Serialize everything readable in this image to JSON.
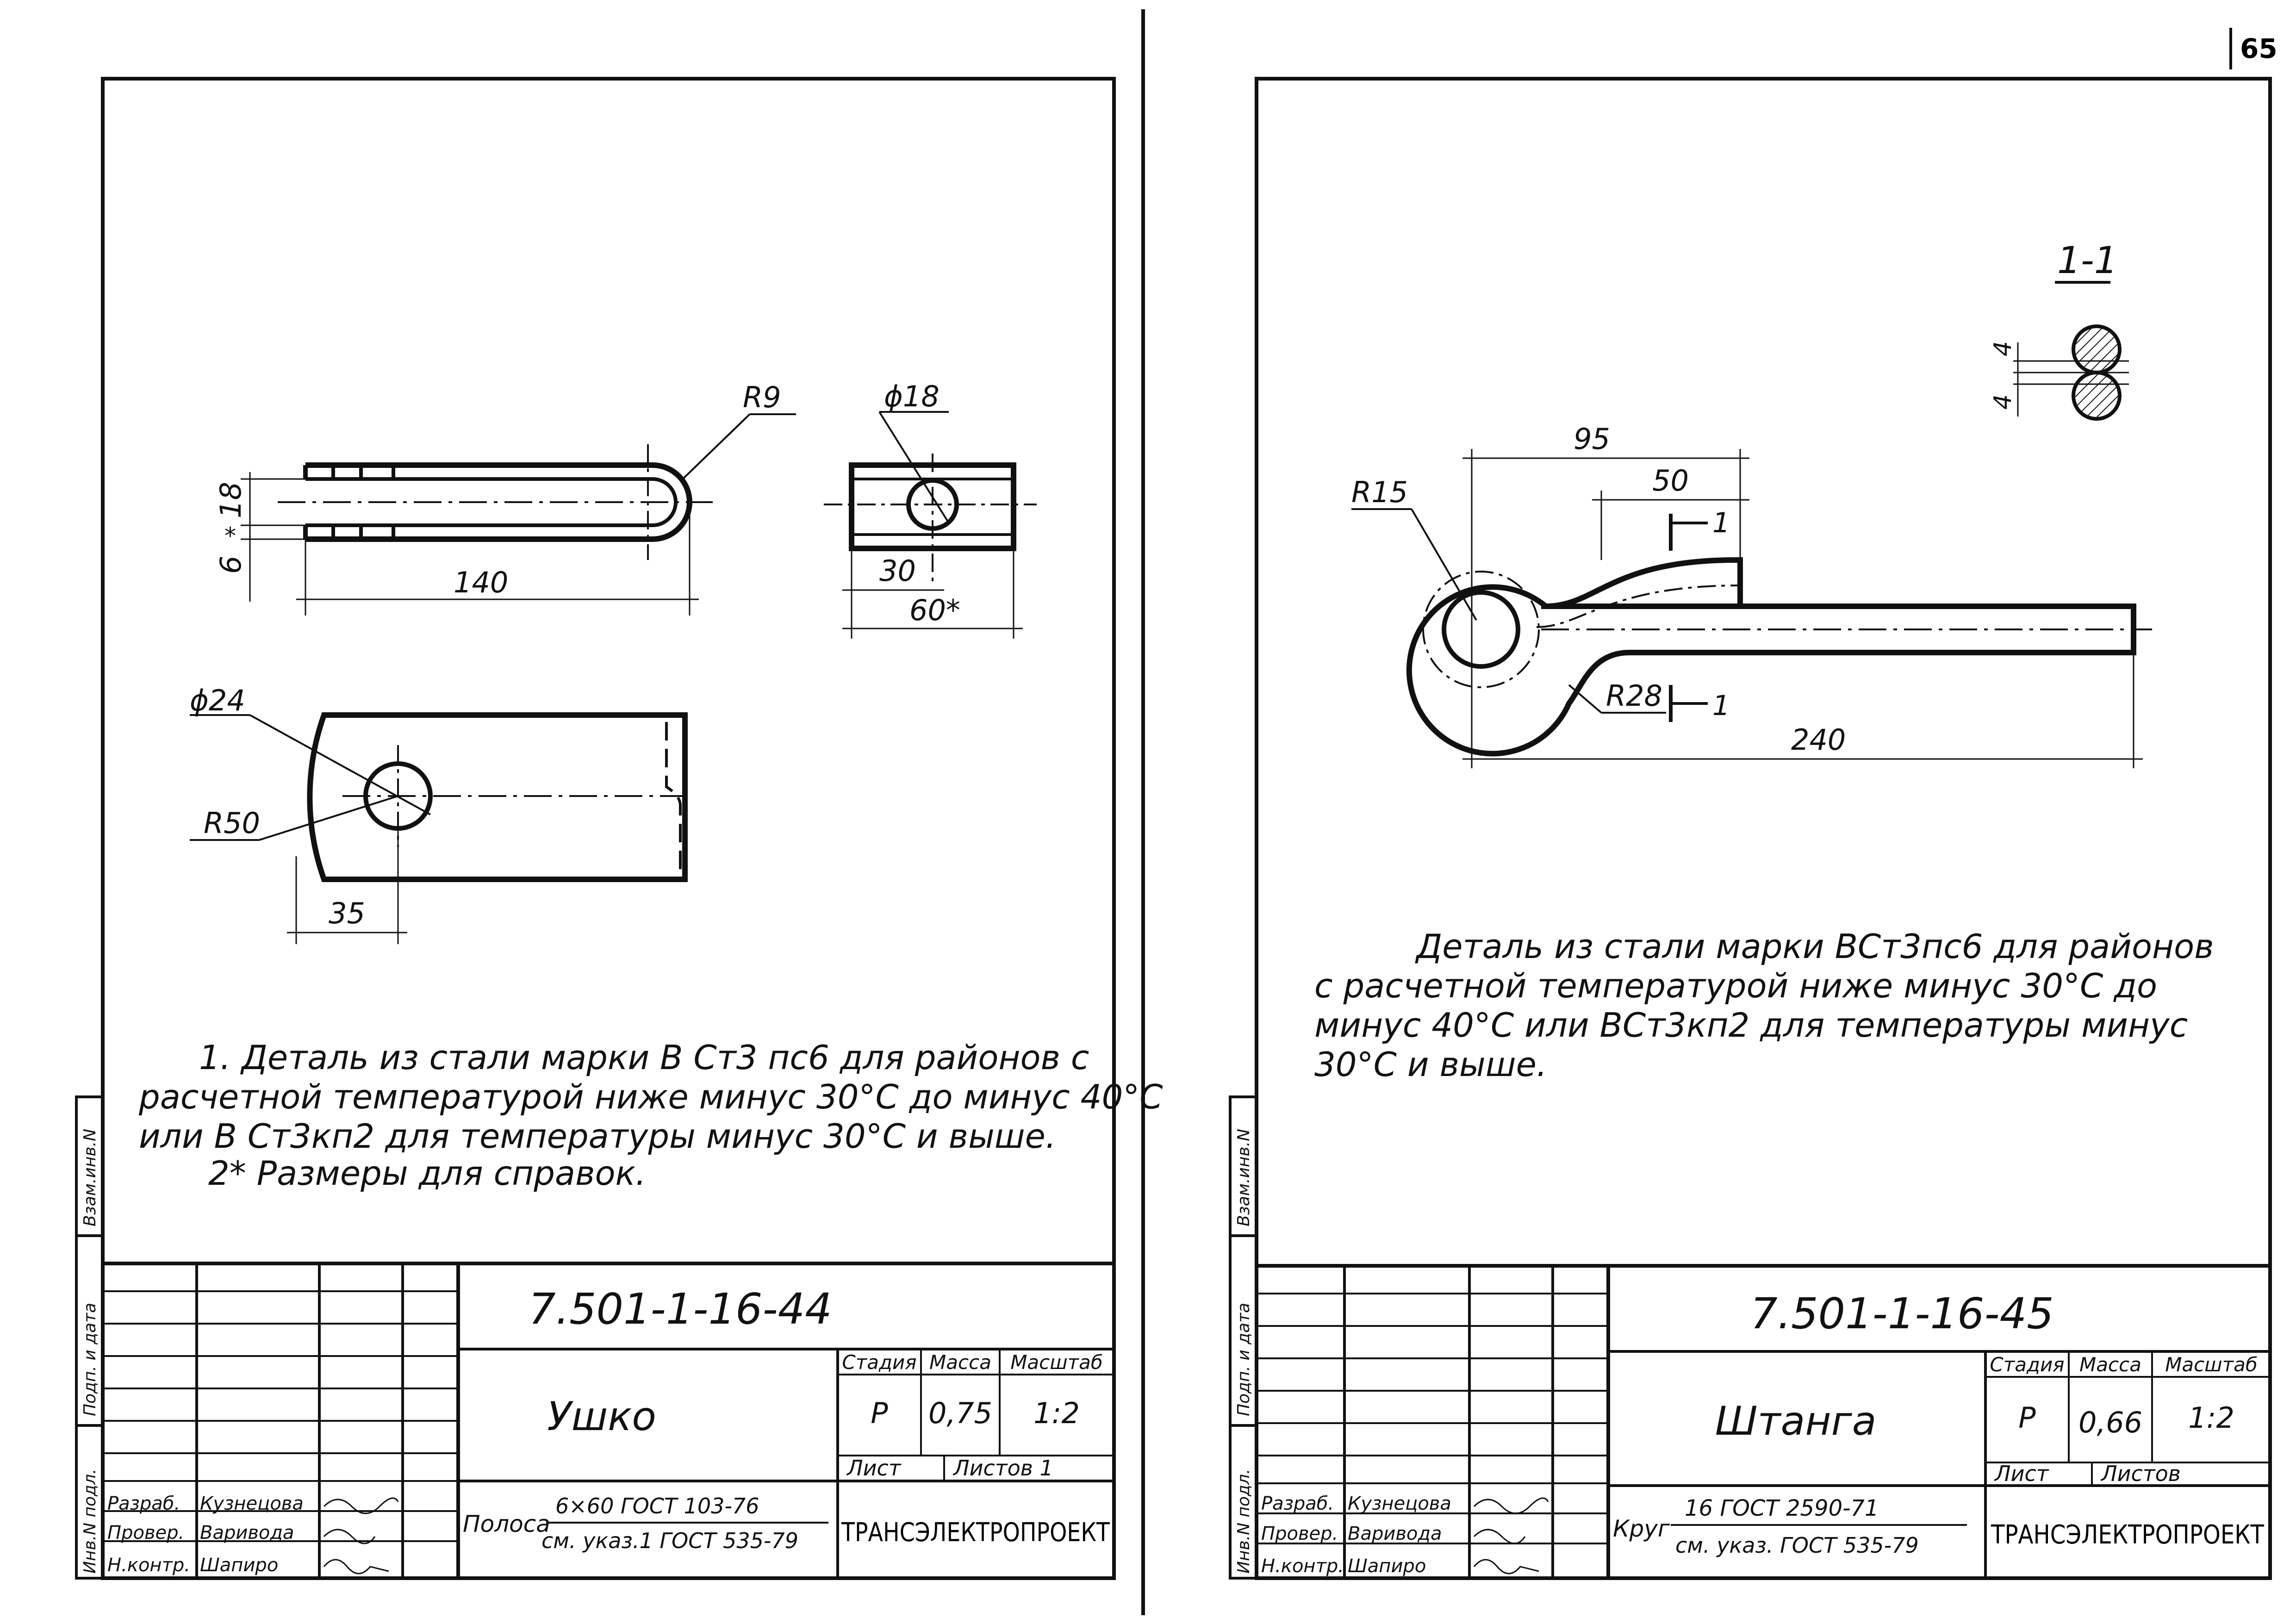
{
  "page_number": "65",
  "left_sheet": {
    "dims": {
      "r9": "R9",
      "d18": "ϕ18",
      "h18": "18",
      "h6": "6",
      "star": "*",
      "l140": "140",
      "l30": "30",
      "l60": "60*",
      "d24": "ϕ24",
      "r50": "R50",
      "l35": "35"
    },
    "notes": [
      "1. Деталь из стали марки В Ст3 пс6 для районов с",
      "расчетной температурой ниже минус 30°С до минус 40°С",
      "или В Ст3кп2 для  температуры минус 30°С и выше.",
      "2* Размеры для справок."
    ],
    "side_stamp": [
      "Инв.N подл.",
      "Подп. и дата",
      "Взам.инв.N"
    ],
    "title_block": {
      "code": "7.501-1-16-44",
      "name": "Ушко",
      "stage_label": "Стадия",
      "mass_label": "Масса",
      "scale_label": "Масштаб",
      "stage": "Р",
      "mass": "0,75",
      "scale": "1:2",
      "sheet_label": "Лист",
      "sheets_label": "Листов 1",
      "org": "ТРАНСЭЛЕКТРОПРОЕКТ",
      "material_prefix": "Полоса",
      "material_top": "6×60  ГОСТ  103-76",
      "material_bottom": "см. указ.1 ГОСТ 535-79",
      "staff": [
        {
          "role": "Разраб.",
          "name": "Кузнецова",
          "sign": "Кузнецова"
        },
        {
          "role": "Провер.",
          "name": "Варивода",
          "sign": "Вар"
        },
        {
          "role": "Н.контр.",
          "name": "Шапиро",
          "sign": "Шап"
        }
      ]
    }
  },
  "right_sheet": {
    "dims": {
      "section": "1-1",
      "s4a": "4",
      "s4b": "4",
      "l95": "95",
      "l50": "50",
      "r15": "R15",
      "cut": "1",
      "r28": "R28",
      "l240": "240"
    },
    "notes": [
      "Деталь из стали марки ВСт3пс6 для районов",
      "с расчетной температурой ниже минус 30°С до",
      "минус 40°С или ВСт3кп2 для температуры минус",
      "30°С и выше."
    ],
    "side_stamp": [
      "Инв.N подл.",
      "Подп. и дата",
      "Взам.инв.N"
    ],
    "title_block": {
      "code": "7.501-1-16-45",
      "name": "Штанга",
      "stage_label": "Стадия",
      "mass_label": "Масса",
      "scale_label": "Масштаб",
      "stage": "Р",
      "mass": "0,66",
      "scale": "1:2",
      "sheet_label": "Лист",
      "sheets_label": "Листов",
      "org": "ТРАНСЭЛЕКТРОПРОЕКТ",
      "material_prefix": "Круг",
      "material_top": "16 ГОСТ 2590-71",
      "material_bottom": "см. указ. ГОСТ 535-79",
      "staff": [
        {
          "role": "Разраб.",
          "name": "Кузнецова",
          "sign": "Кузнецова"
        },
        {
          "role": "Провер.",
          "name": "Варивода",
          "sign": "Вар"
        },
        {
          "role": "Н.контр.",
          "name": "Шапиро",
          "sign": "Шап"
        }
      ]
    }
  }
}
